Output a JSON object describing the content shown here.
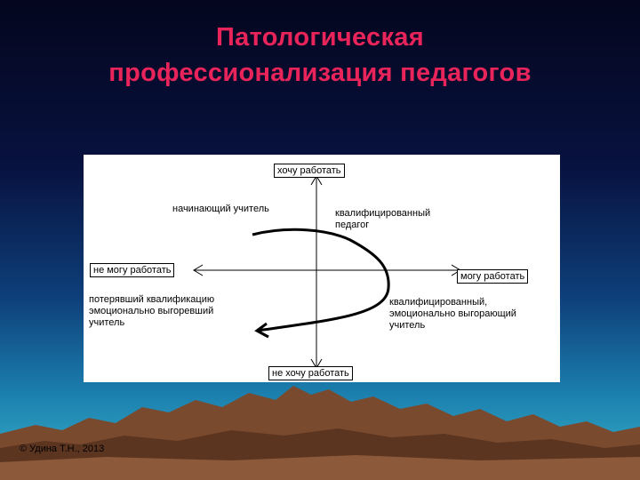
{
  "slide": {
    "title_line1": "Патологическая",
    "title_line2": "профессионализация педагогов",
    "copyright": "© Удина Т.Н., 2013"
  },
  "diagram": {
    "axis_top": "хочу работать",
    "axis_bottom": "не хочу работать",
    "axis_left": "не могу работать",
    "axis_right": "могу работать",
    "label_beginner": "начинающий учитель",
    "label_qualified_l1": "квалифицированный",
    "label_qualified_l2": "педагог",
    "label_lost_l1": "потерявший квалификацию",
    "label_lost_l2": "эмоционально выгоревший",
    "label_lost_l3": "учитель",
    "label_burning_l1": "квалифицированный,",
    "label_burning_l2": "эмоционально  выгорающий",
    "label_burning_l3": "учитель"
  },
  "colors": {
    "title": "#e8245a",
    "mountains": "#7a4a2e",
    "curve": "#000000"
  }
}
